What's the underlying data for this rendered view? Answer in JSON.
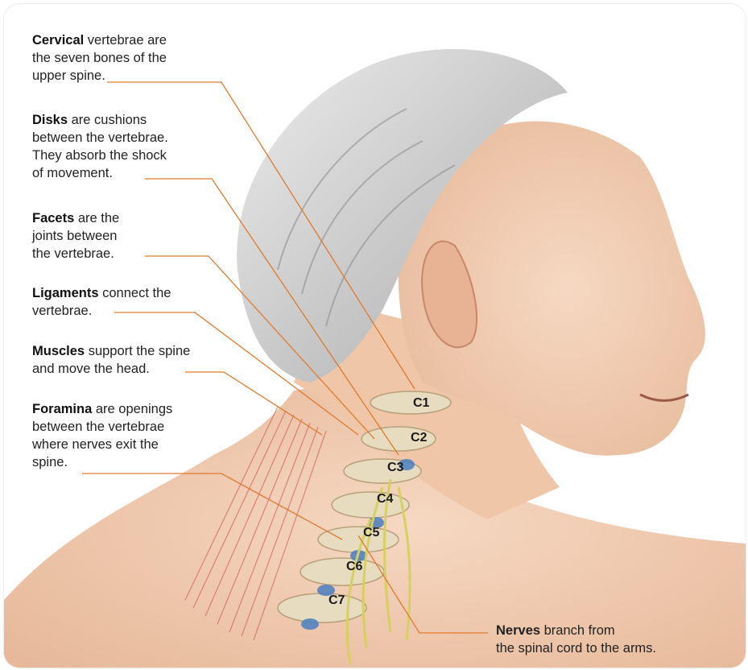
{
  "notes": [
    {
      "term": "Cervical",
      "lines": [
        " vertebrae are",
        "the seven bones of the",
        "upper spine."
      ]
    },
    {
      "term": "Disks",
      "lines": [
        " are cushions",
        "between the vertebrae.",
        "They absorb the shock",
        "of movement."
      ]
    },
    {
      "term": "Facets",
      "lines": [
        " are the",
        "joints between",
        "the vertebrae."
      ]
    },
    {
      "term": "Ligaments",
      "lines": [
        " connect the",
        "vertebrae."
      ]
    },
    {
      "term": "Muscles",
      "lines": [
        " support the spine",
        "and move the head."
      ]
    },
    {
      "term": "Foramina",
      "lines": [
        " are openings",
        "between the vertebrae",
        "where nerves exit the",
        "spine."
      ]
    }
  ],
  "nerves": {
    "term": "Nerves",
    "line1": " branch from",
    "line2": "the spinal cord to the arms."
  },
  "vertebrae": [
    "C1",
    "C2",
    "C3",
    "C4",
    "C5",
    "C6",
    "C7"
  ],
  "colors": {
    "leader": "#e07a2e",
    "skin": "#f0cbb0",
    "hair": "#c9c9c9",
    "bone": "#e8dcc0",
    "disk": "#4a7fc0",
    "nerve": "#d6d060",
    "muscle": "#d06060"
  }
}
